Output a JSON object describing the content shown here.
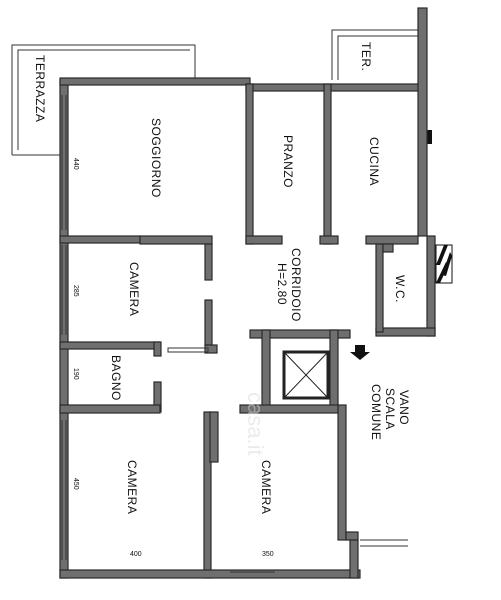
{
  "rooms": {
    "terrazza_left": "TERRAZZA",
    "terrazza_top": "TER.",
    "soggiorno": "SOGGIORNO",
    "pranzo": "PRANZO",
    "cucina": "CUCINA",
    "corridoio": "CORRIDOIO",
    "corridoio_height": "H=2.80",
    "wc": "W.C.",
    "camera_upper": "CAMERA",
    "bagno": "BAGNO",
    "camera_lower_left": "CAMERA",
    "camera_lower_right": "CAMERA",
    "vano_scala_line1": "VANO",
    "vano_scala_line2": "SCALA",
    "vano_scala_line3": "COMUNE"
  },
  "dimensions": {
    "soggiorno_width": "440",
    "camera_upper_width": "285",
    "bagno_width": "190",
    "camera_lower_left_width": "450",
    "camera_lower_left_length": "400",
    "camera_lower_right_length": "350"
  },
  "watermark": "casa.it"
}
